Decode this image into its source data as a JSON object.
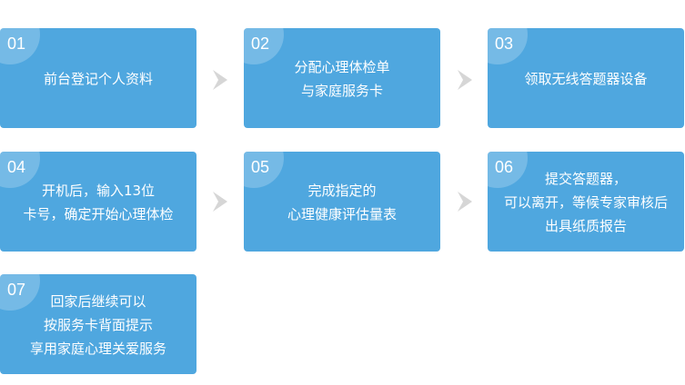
{
  "steps": [
    {
      "num": "01",
      "lines": [
        "前台登记个人资料"
      ]
    },
    {
      "num": "02",
      "lines": [
        "分配心理体检单",
        "与家庭服务卡"
      ]
    },
    {
      "num": "03",
      "lines": [
        "领取无线答题器设备"
      ]
    },
    {
      "num": "04",
      "lines": [
        "开机后，输入13位",
        "卡号，确定开始心理体检"
      ]
    },
    {
      "num": "05",
      "lines": [
        "完成指定的",
        "心理健康评估量表"
      ]
    },
    {
      "num": "06",
      "lines": [
        "提交答题器，",
        "可以离开，等候专家审核后",
        "出具纸质报告"
      ]
    },
    {
      "num": "07",
      "lines": [
        "回家后继续可以",
        "按服务卡背面提示",
        "享用家庭心理关爱服务"
      ]
    }
  ],
  "arrow_icon": "chevron-right-icon",
  "colors": {
    "box": "#4fa7df",
    "arrow": "#d6d6d6",
    "text": "#ffffff"
  }
}
